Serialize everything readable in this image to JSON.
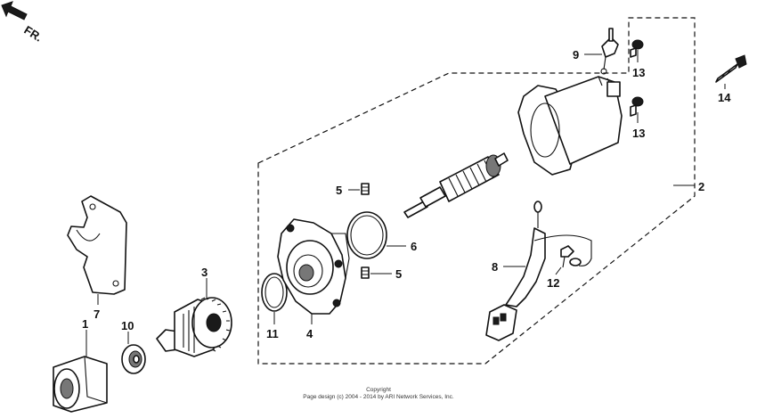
{
  "direction_indicator": {
    "label": "FR."
  },
  "callouts": {
    "p1": "1",
    "p2": "2",
    "p3": "3",
    "p4": "4",
    "p5a": "5",
    "p5b": "5",
    "p6": "6",
    "p7": "7",
    "p8": "8",
    "p9": "9",
    "p10": "10",
    "p11": "11",
    "p12": "12",
    "p13a": "13",
    "p13b": "13",
    "p14": "14"
  },
  "copyright": {
    "line1": "Copyright",
    "line2": "Page design (c) 2004 - 2014 by ARI Network Services, Inc."
  }
}
